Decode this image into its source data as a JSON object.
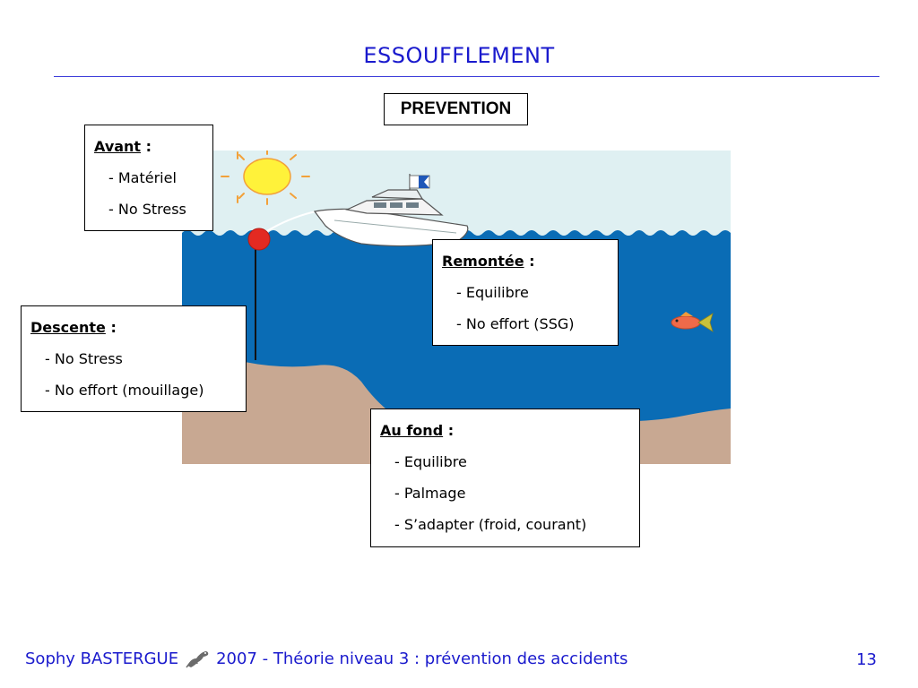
{
  "slide": {
    "title": "ESSOUFFLEMENT",
    "subtitle": "PREVENTION"
  },
  "boxes": {
    "avant": {
      "heading": "Avant",
      "colon": " :",
      "items": [
        "- Matériel",
        "- No Stress"
      ]
    },
    "descente": {
      "heading": "Descente",
      "colon": " :",
      "items": [
        "- No Stress",
        "- No effort (mouillage)"
      ]
    },
    "remontee": {
      "heading": "Remontée",
      "colon": " :",
      "items": [
        "- Equilibre",
        "- No effort (SSG)"
      ]
    },
    "fond": {
      "heading": "Au fond",
      "colon": " :",
      "items": [
        "- Equilibre",
        "- Palmage",
        "- S’adapter (froid, courant)"
      ]
    }
  },
  "footer": {
    "author": "Sophy BASTERGUE",
    "course": "2007 - Théorie niveau 3 : prévention des accidents",
    "page": "13"
  },
  "colors": {
    "accent": "#1a1acd",
    "sky": "#dff0f2",
    "sea": "#0a6cb5",
    "sand": "#c8a892",
    "sun": "#fff23a",
    "buoy": "#e32a22"
  },
  "icons": [
    "sun-icon",
    "boat-icon",
    "dive-flag-icon",
    "buoy-icon",
    "fish-icon",
    "seahorse-logo-icon"
  ]
}
